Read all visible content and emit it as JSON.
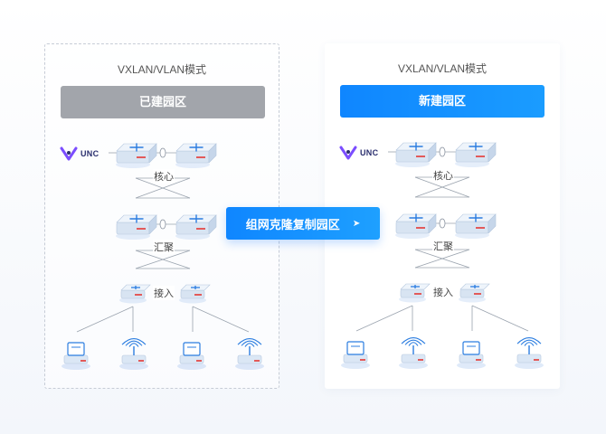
{
  "left_panel": {
    "mode_label": "VXLAN/VLAN模式",
    "campus_label": "已建园区",
    "core_label": "核心",
    "agg_label": "汇聚",
    "access_label": "接入",
    "logo_text": "UNC"
  },
  "right_panel": {
    "mode_label": "VXLAN/VLAN模式",
    "campus_label": "新建园区",
    "core_label": "核心",
    "agg_label": "汇聚",
    "access_label": "接入",
    "logo_text": "UNC"
  },
  "clone_button": {
    "label": "组网克隆复制园区",
    "arrow": "➤"
  },
  "colors": {
    "accent_blue": "#1a8cff",
    "existing_gray": "#a2a5ab",
    "logo_purple": "#7b4dff"
  },
  "icons": {
    "switch": "switch-icon",
    "logo": "unc-logo-icon",
    "laptop": "laptop-icon",
    "ap": "wireless-ap-icon",
    "arrow": "arrow-right-icon"
  }
}
